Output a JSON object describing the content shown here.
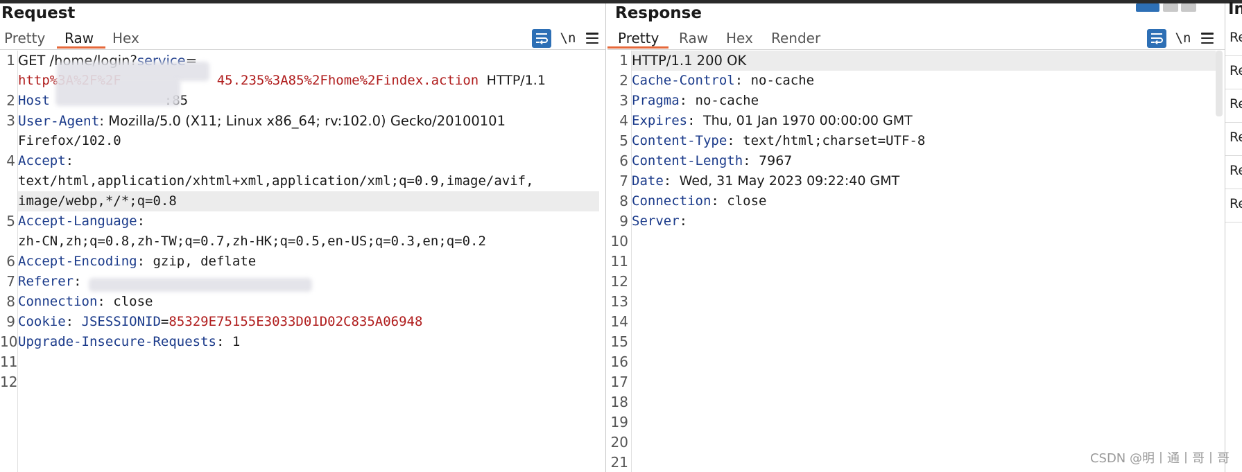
{
  "request": {
    "title": "Request",
    "tabs": [
      "Pretty",
      "Raw",
      "Hex"
    ],
    "active_tab": "Raw",
    "icons": [
      "wrap-lines-icon",
      "newline-toggle-icon",
      "menu-icon"
    ],
    "newline_label": "\\n",
    "lines": [
      {
        "no": "1",
        "method": "GET",
        "path": "/home/login?",
        "param": "service",
        "eq": "="
      },
      {
        "cont": "http%3A%2F%2F",
        "value_tail": "45.235%3A85%2Fhome%2Findex.action",
        "proto": "HTTP/1.1"
      },
      {
        "no": "2",
        "key": "Host",
        "value": "",
        "tail": ":85"
      },
      {
        "no": "3",
        "key": "User-Agent",
        "value": "Mozilla/5.0 (X11; Linux x86_64; rv:102.0) Gecko/20100101"
      },
      {
        "cont": "Firefox/102.0"
      },
      {
        "no": "4",
        "key": "Accept",
        "value": ""
      },
      {
        "cont": "text/html,application/xhtml+xml,application/xml;q=0.9,image/avif,"
      },
      {
        "cont": "image/webp,*/*;q=0.8"
      },
      {
        "no": "5",
        "key": "Accept-Language",
        "value": ""
      },
      {
        "cont": "zh-CN,zh;q=0.8,zh-TW;q=0.7,zh-HK;q=0.5,en-US;q=0.3,en;q=0.2"
      },
      {
        "no": "6",
        "key": "Accept-Encoding",
        "value": "gzip, deflate"
      },
      {
        "no": "7",
        "key": "Referer",
        "value": ""
      },
      {
        "no": "8",
        "key": "Connection",
        "value": "close"
      },
      {
        "no": "9",
        "key": "Cookie",
        "cookie_name": "JSESSIONID",
        "cookie_value": "85329E75155E3033D01D02C835A06948"
      },
      {
        "no": "10",
        "key": "Upgrade-Insecure-Requests",
        "value": "1"
      },
      {
        "no": "11"
      },
      {
        "no": "12"
      }
    ]
  },
  "response": {
    "title": "Response",
    "tabs": [
      "Pretty",
      "Raw",
      "Hex",
      "Render"
    ],
    "active_tab": "Pretty",
    "newline_label": "\\n",
    "lines": [
      {
        "no": "1",
        "status": "HTTP/1.1 200 OK"
      },
      {
        "no": "2",
        "key": "Cache-Control",
        "value": "no-cache"
      },
      {
        "no": "3",
        "key": "Pragma",
        "value": "no-cache"
      },
      {
        "no": "4",
        "key": "Expires",
        "value": "Thu, 01 Jan 1970 00:00:00 GMT"
      },
      {
        "no": "5",
        "key": "Content-Type",
        "value": "text/html;charset=UTF-8"
      },
      {
        "no": "6",
        "key": "Content-Length",
        "value": "7967"
      },
      {
        "no": "7",
        "key": "Date",
        "value": "Wed, 31 May 2023 09:22:40 GMT"
      },
      {
        "no": "8",
        "key": "Connection",
        "value": "close"
      },
      {
        "no": "9",
        "key": "Server",
        "value": ""
      },
      {
        "no": "10"
      },
      {
        "no": "11"
      },
      {
        "no": "12"
      },
      {
        "no": "13"
      },
      {
        "no": "14"
      },
      {
        "no": "15"
      },
      {
        "no": "16"
      },
      {
        "no": "17"
      },
      {
        "no": "18"
      },
      {
        "no": "19"
      },
      {
        "no": "20"
      },
      {
        "no": "21"
      }
    ]
  },
  "inspector": {
    "title": "In",
    "items": [
      "Re",
      "Re",
      "Re",
      "Re",
      "Re",
      "Re"
    ]
  },
  "watermark": "CSDN @明丨通丨哥丨哥",
  "colors": {
    "header_key": "#1a3a8a",
    "red_value": "#b01d1d",
    "accent": "#e5683a",
    "button_blue": "#2d6fb5"
  }
}
